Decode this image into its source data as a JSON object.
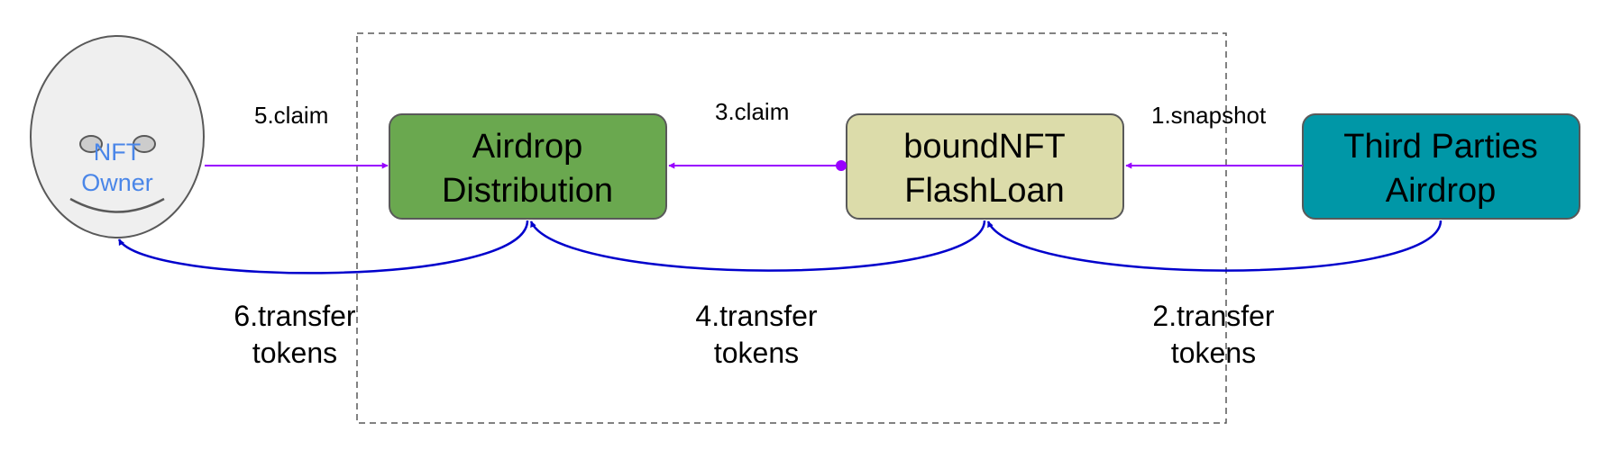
{
  "nodes": {
    "nft_owner": {
      "line1": "NFT",
      "line2": "Owner",
      "fill": "#efefef",
      "text_color": "#4a86e8"
    },
    "airdrop_distribution": {
      "line1": "Airdrop",
      "line2": "Distribution",
      "fill": "#6aa84f"
    },
    "boundnft_flashloan": {
      "line1": "boundNFT",
      "line2": "FlashLoan",
      "fill": "#dcdcaa"
    },
    "third_parties_airdrop": {
      "line1": "Third Parties",
      "line2": "Airdrop",
      "fill": "#0097a7"
    }
  },
  "edges": {
    "claim5": "5.claim",
    "claim3": "3.claim",
    "snapshot1": "1.snapshot",
    "transfer6": {
      "line1": "6.transfer",
      "line2": "tokens"
    },
    "transfer4": {
      "line1": "4.transfer",
      "line2": "tokens"
    },
    "transfer2": {
      "line1": "2.transfer",
      "line2": "tokens"
    }
  },
  "colors": {
    "claim_arrow": "#9900ff",
    "transfer_arrow": "#0000cc",
    "box_border": "#595959",
    "dashed_border": "#595959"
  }
}
